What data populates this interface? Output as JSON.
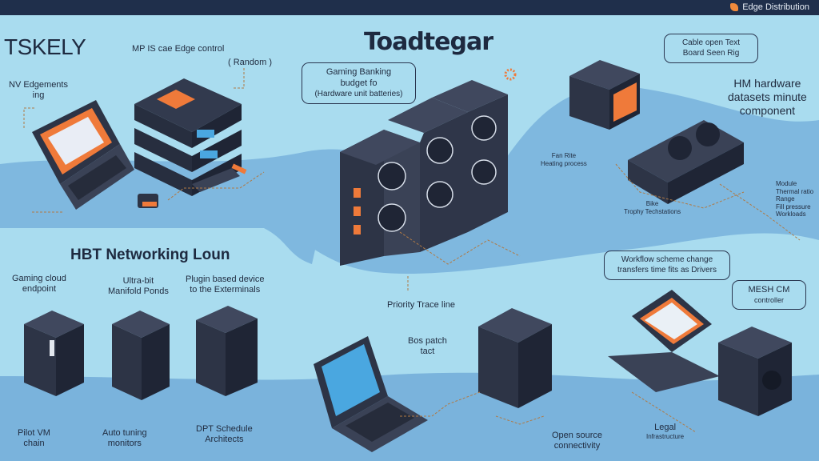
{
  "topbar": {
    "right_label": "Edge Distribution",
    "right_icon": "brand-icon"
  },
  "titles": {
    "left_logo": "TSKELY",
    "center_logo": "Toadtegar",
    "section_heading": "HBT Networking Loun"
  },
  "labels": {
    "nv_edge": "NV Edgements ing",
    "mp_cae": "MP IS cae Edge control",
    "random": "( Random )",
    "gaming_bubble": [
      "Gaming Banking",
      "budget fo",
      "(Hardware unit batteries)"
    ],
    "cable_bubble": [
      "Cable open Text",
      "Board Seen Rig"
    ],
    "hm_hardware": [
      "HM hardware",
      "datasets minute",
      "component"
    ],
    "fan_label": [
      "Fan Rite",
      "Heating process"
    ],
    "bike_label": [
      "Bike",
      "Trophy Techstations"
    ],
    "side_list": [
      "Module",
      "Thermal ratio",
      "Range",
      "Fill pressure",
      "Workloads"
    ],
    "gaming_cloud": [
      "Gaming cloud",
      "endpoint"
    ],
    "ultra_nodes": [
      "Ultra-bit",
      "Manifold Ponds"
    ],
    "plugin_based": [
      "Plugin based device",
      "to the Exterminals"
    ],
    "priority": "Priority Trace line",
    "bos_patch": [
      "Bos patch",
      "tact"
    ],
    "workflow_bubble": [
      "Workflow scheme change",
      "transfers time fits as Drivers"
    ],
    "mesh_bubble": [
      "MESH CM",
      "controller"
    ],
    "pilot_vm": [
      "Pilot VM",
      "chain"
    ],
    "auto_tuning": [
      "Auto tuning",
      "monitors"
    ],
    "dpt_schedule": [
      "DPT Schedule",
      "Architects"
    ],
    "open_source": [
      "Open source",
      "connectivity"
    ],
    "legal": [
      "Legal",
      "Infrastructure"
    ]
  },
  "colors": {
    "background": "#a9dcef",
    "wave": "#7db5dd",
    "device": "#2d3446",
    "accent": "#ef7a3a",
    "screen": "#4aa7e0",
    "text": "#1f2a3e"
  }
}
